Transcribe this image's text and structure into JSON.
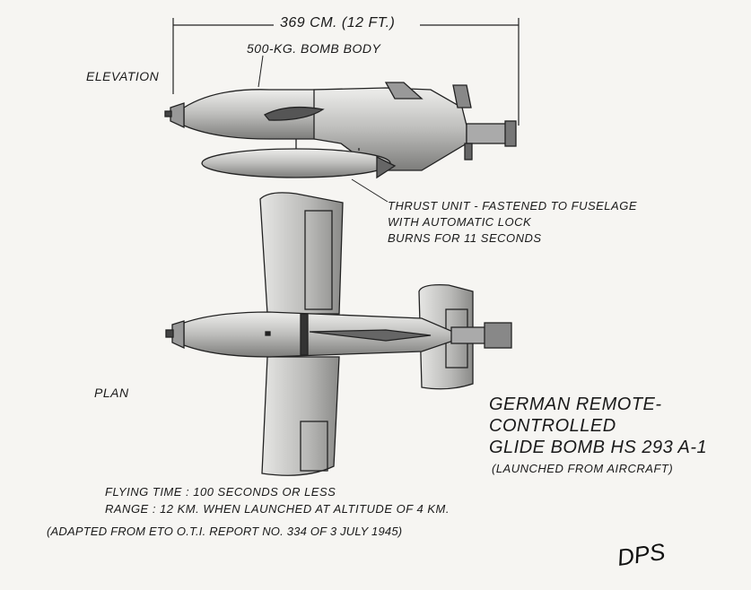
{
  "dimension_label": "369 CM. (12 FT.)",
  "bomb_body_label": "500-KG. BOMB BODY",
  "elevation_label": "ELEVATION",
  "plan_label": "PLAN",
  "thrust_unit": {
    "line1": "THRUST UNIT - FASTENED TO FUSELAGE",
    "line2": "WITH AUTOMATIC LOCK",
    "line3": "BURNS FOR 11 SECONDS"
  },
  "title": {
    "line1": "GERMAN REMOTE-",
    "line2": "CONTROLLED",
    "line3": "GLIDE BOMB HS 293 A-1",
    "line4": "(LAUNCHED FROM AIRCRAFT)"
  },
  "specs": {
    "flying_time": "FLYING TIME :  100 SECONDS OR LESS",
    "range": "RANGE :  12 KM. WHEN LAUNCHED AT ALTITUDE OF 4 KM."
  },
  "source_note": "(ADAPTED FROM ETO O.T.I. REPORT NO. 334 OF 3 JULY 1945)",
  "signature": "DPS"
}
